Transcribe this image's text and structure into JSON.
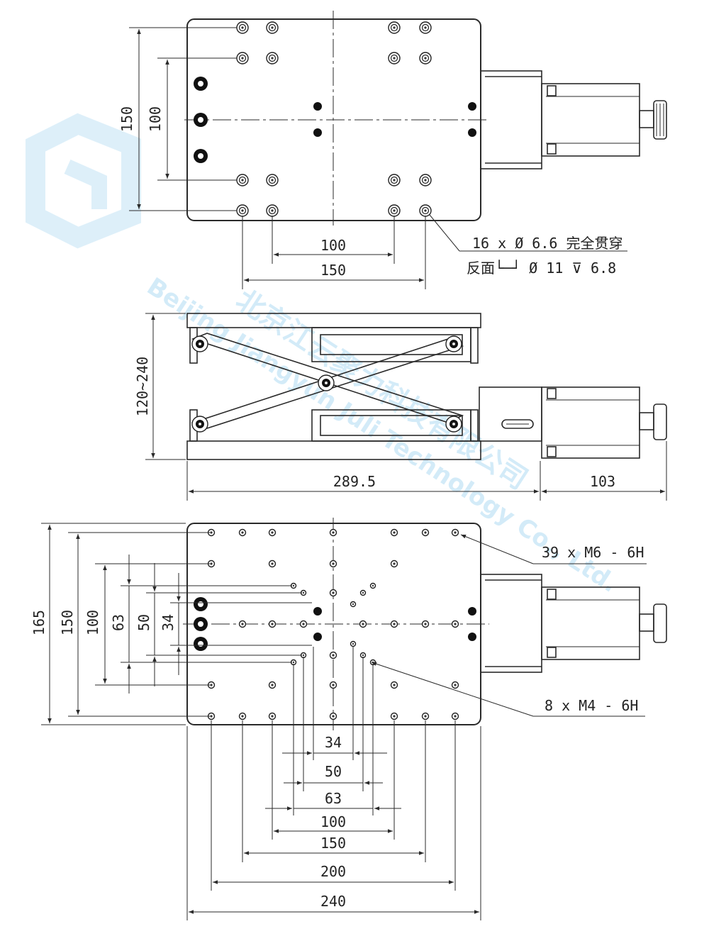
{
  "top_view": {
    "dims": {
      "h150": "150",
      "h100": "100",
      "w100": "100",
      "w150": "150"
    },
    "note_line1": "16 x  Ø 6.6 完全贯穿",
    "note_line2": "反面└─┘ Ø 11 ⊽ 6.8"
  },
  "side_view": {
    "dims": {
      "height": "120~240",
      "length": "289.5",
      "knob": "103"
    }
  },
  "bottom_view": {
    "dims": {
      "v165": "165",
      "v150": "150",
      "v100": "100",
      "v63": "63",
      "v50": "50",
      "v34": "34",
      "h34": "34",
      "h50": "50",
      "h63": "63",
      "h100": "100",
      "h150": "150",
      "h200": "200",
      "h240": "240"
    },
    "note_m6": "39 x  M6 - 6H",
    "note_m4": "8 x  M4 - 6H"
  },
  "watermark": {
    "cn": "北京江云聚力科技有限公司",
    "en": "Beijing Jiangyun Juli Technology Co., Ltd."
  },
  "colors": {
    "line": "#2a2a2a",
    "watermark": "#9fd4f0"
  }
}
